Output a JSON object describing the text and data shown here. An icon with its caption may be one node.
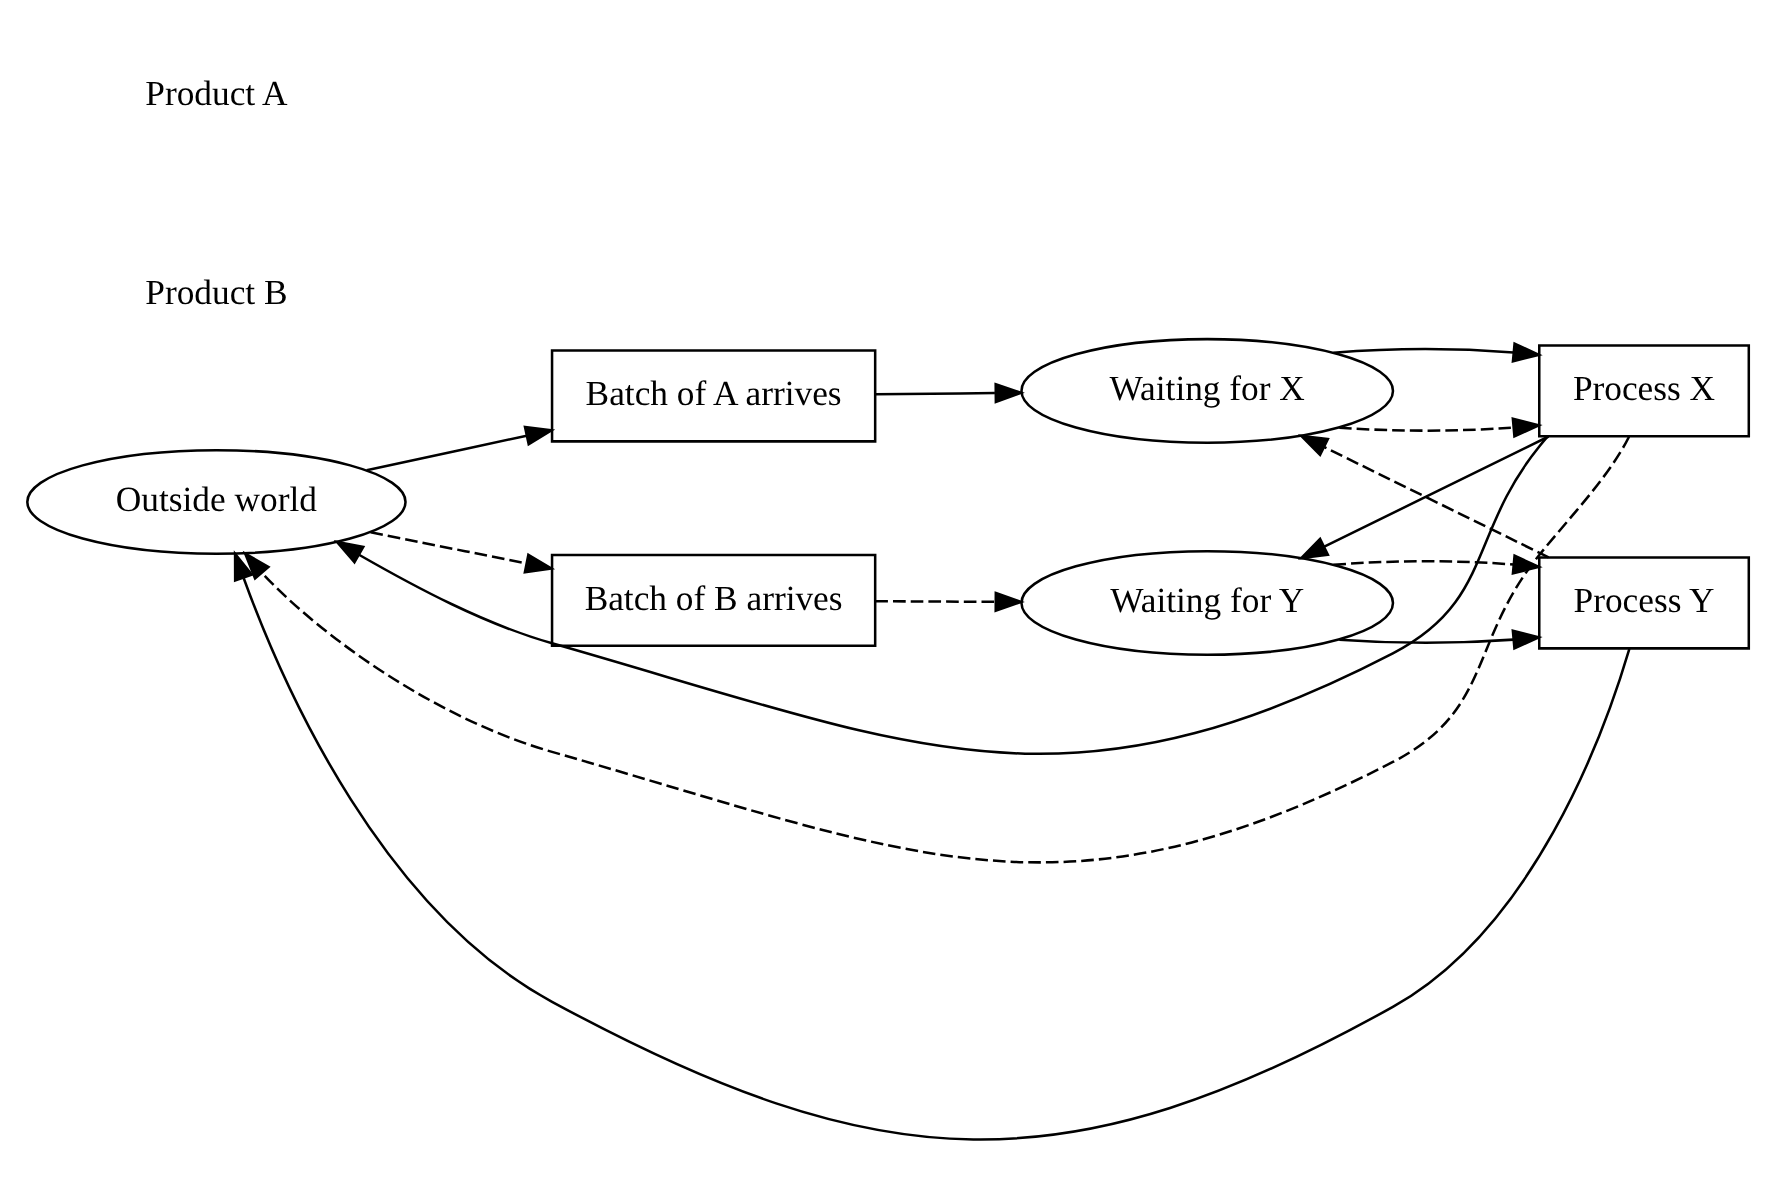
{
  "diagram": {
    "nodes": [
      {
        "text": [
          "Outside world"
        ]
      },
      {
        "text": [
          "Batch of A arrives"
        ]
      },
      {
        "text": [
          "Waiting for X"
        ]
      },
      {
        "text": [
          "Process X"
        ]
      },
      {
        "text": [
          "Batch of B arrives"
        ]
      },
      {
        "text": [
          "Waiting for Y"
        ]
      },
      {
        "text": [
          "Process Y"
        ]
      }
    ],
    "edges": [
      {
        "from": 0,
        "to": 1,
        "arrow": "to"
      },
      {
        "from": 0,
        "to": 4,
        "arrow": "to",
        "style": "dashed"
      },
      {
        "from": 1,
        "to": 2,
        "arrow": "to"
      },
      {
        "from": 2,
        "to": 3,
        "arrow": "to",
        "style": "dashed"
      },
      {
        "from": 2,
        "to": 3,
        "arrow": "to"
      },
      {
        "from": 3,
        "to": 0,
        "arrow": "to",
        "style": "dashed"
      },
      {
        "from": 3,
        "to": 0,
        "arrow": "to"
      },
      {
        "from": 3,
        "to": 5,
        "arrow": "to"
      },
      {
        "from": 4,
        "to": 5,
        "arrow": "to",
        "style": "dashed"
      },
      {
        "from": 5,
        "to": 6,
        "arrow": "to"
      },
      {
        "from": 5,
        "to": 6,
        "arrow": "to",
        "style": "dashed"
      },
      {
        "from": 6,
        "to": 0,
        "arrow": "to"
      },
      {
        "from": 6,
        "to": 2,
        "arrow": "to",
        "style": "dashed"
      }
    ],
    "legend": [
      {
        "text": "Product A"
      },
      {
        "text": "Product B"
      }
    ]
  }
}
